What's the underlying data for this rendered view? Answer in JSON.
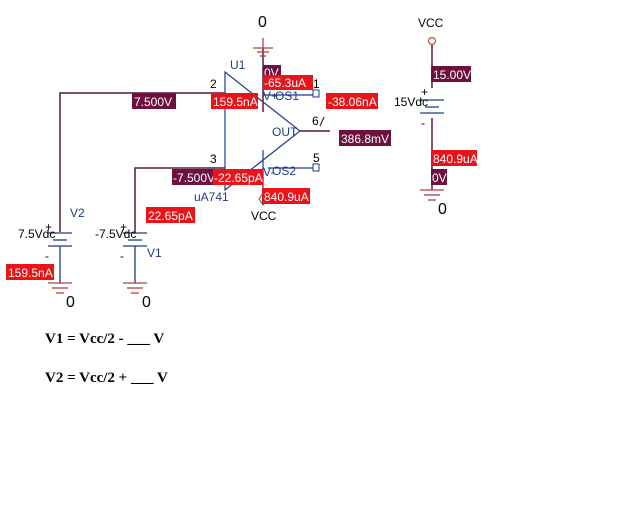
{
  "colors": {
    "wire_purple": "#5a1a3c",
    "component_blue": "#1f3c88",
    "ground_red": "#b04040",
    "badge_red": "#e8141a",
    "badge_purple": "#6e1040",
    "pin_orange": "#c0503a"
  },
  "schematic": {
    "opamp": {
      "ref": "U1",
      "model": "uA741",
      "pin_inverting": "2",
      "pin_noninverting": "3",
      "pin_os1_num": "1",
      "pin_out_num": "6",
      "pin_os2_num": "5",
      "os1_label": "OS1",
      "os2_label": "OS2",
      "out_label": "OUT",
      "v_plus_label": "V+",
      "v_minus_label": "V-"
    },
    "grounds": {
      "top": "0",
      "left_v2": "0",
      "left_v1": "0",
      "right_vcc": "0"
    },
    "sources": {
      "vcc_label": "VCC",
      "vcc_pin_label": "VCC",
      "vcc_source_value": "15Vdc",
      "v2_name": "V2",
      "v2_value": "7.5Vdc",
      "v1_name": "V1",
      "v1_value": "-7.5Vdc"
    },
    "probes": {
      "top_gnd_voltage": "0V",
      "top_gnd_current": "-65.3uA",
      "inv_input_voltage": "7.500V",
      "inv_input_current": "159.5nA",
      "os1_current": "-38.06nA",
      "out_voltage": "386.8mV",
      "noninv_voltage": "-7.500V",
      "noninv_current": "-22.65pA",
      "v1_current": "22.65pA",
      "vminus_current": "840.9uA",
      "v2_current": "159.5nA",
      "vcc_voltage": "15.00V",
      "vcc_current": "840.9uA",
      "vcc_ground_voltage": "0V"
    }
  },
  "equations": {
    "v1": "V1 = Vcc/2 - ___ V",
    "v2": "V2 = Vcc/2 + ___ V"
  }
}
